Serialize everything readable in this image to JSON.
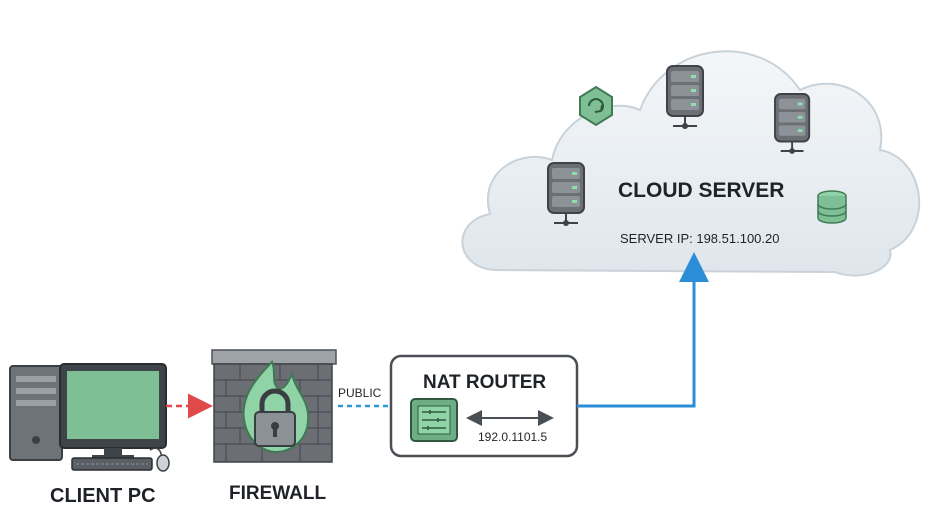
{
  "cloud": {
    "title": "CLOUD SERVER",
    "server_ip_label": "SERVER IP: 198.51.100.20",
    "fill": "#e9eef2",
    "icons": [
      "server-rack-icon",
      "server-rack-icon",
      "server-rack-icon",
      "hexagon-sync-icon",
      "database-icon"
    ]
  },
  "client": {
    "label": "CLIENT PC",
    "screen_color": "#7fbf95"
  },
  "firewall": {
    "label": "FIREWALL",
    "flame_color": "#8fd3a6",
    "brick_color": "#6b6f74"
  },
  "link_public": {
    "label": "PUBLIC"
  },
  "router": {
    "title": "NAT ROUTER",
    "ip_label": "192.0.1101.5",
    "icon_color": "#6fae85"
  },
  "colors": {
    "client_link": "#e04a4a",
    "public_link": "#2a98d6",
    "uplink": "#2a8fd6",
    "accent_green": "#7fbf95"
  }
}
